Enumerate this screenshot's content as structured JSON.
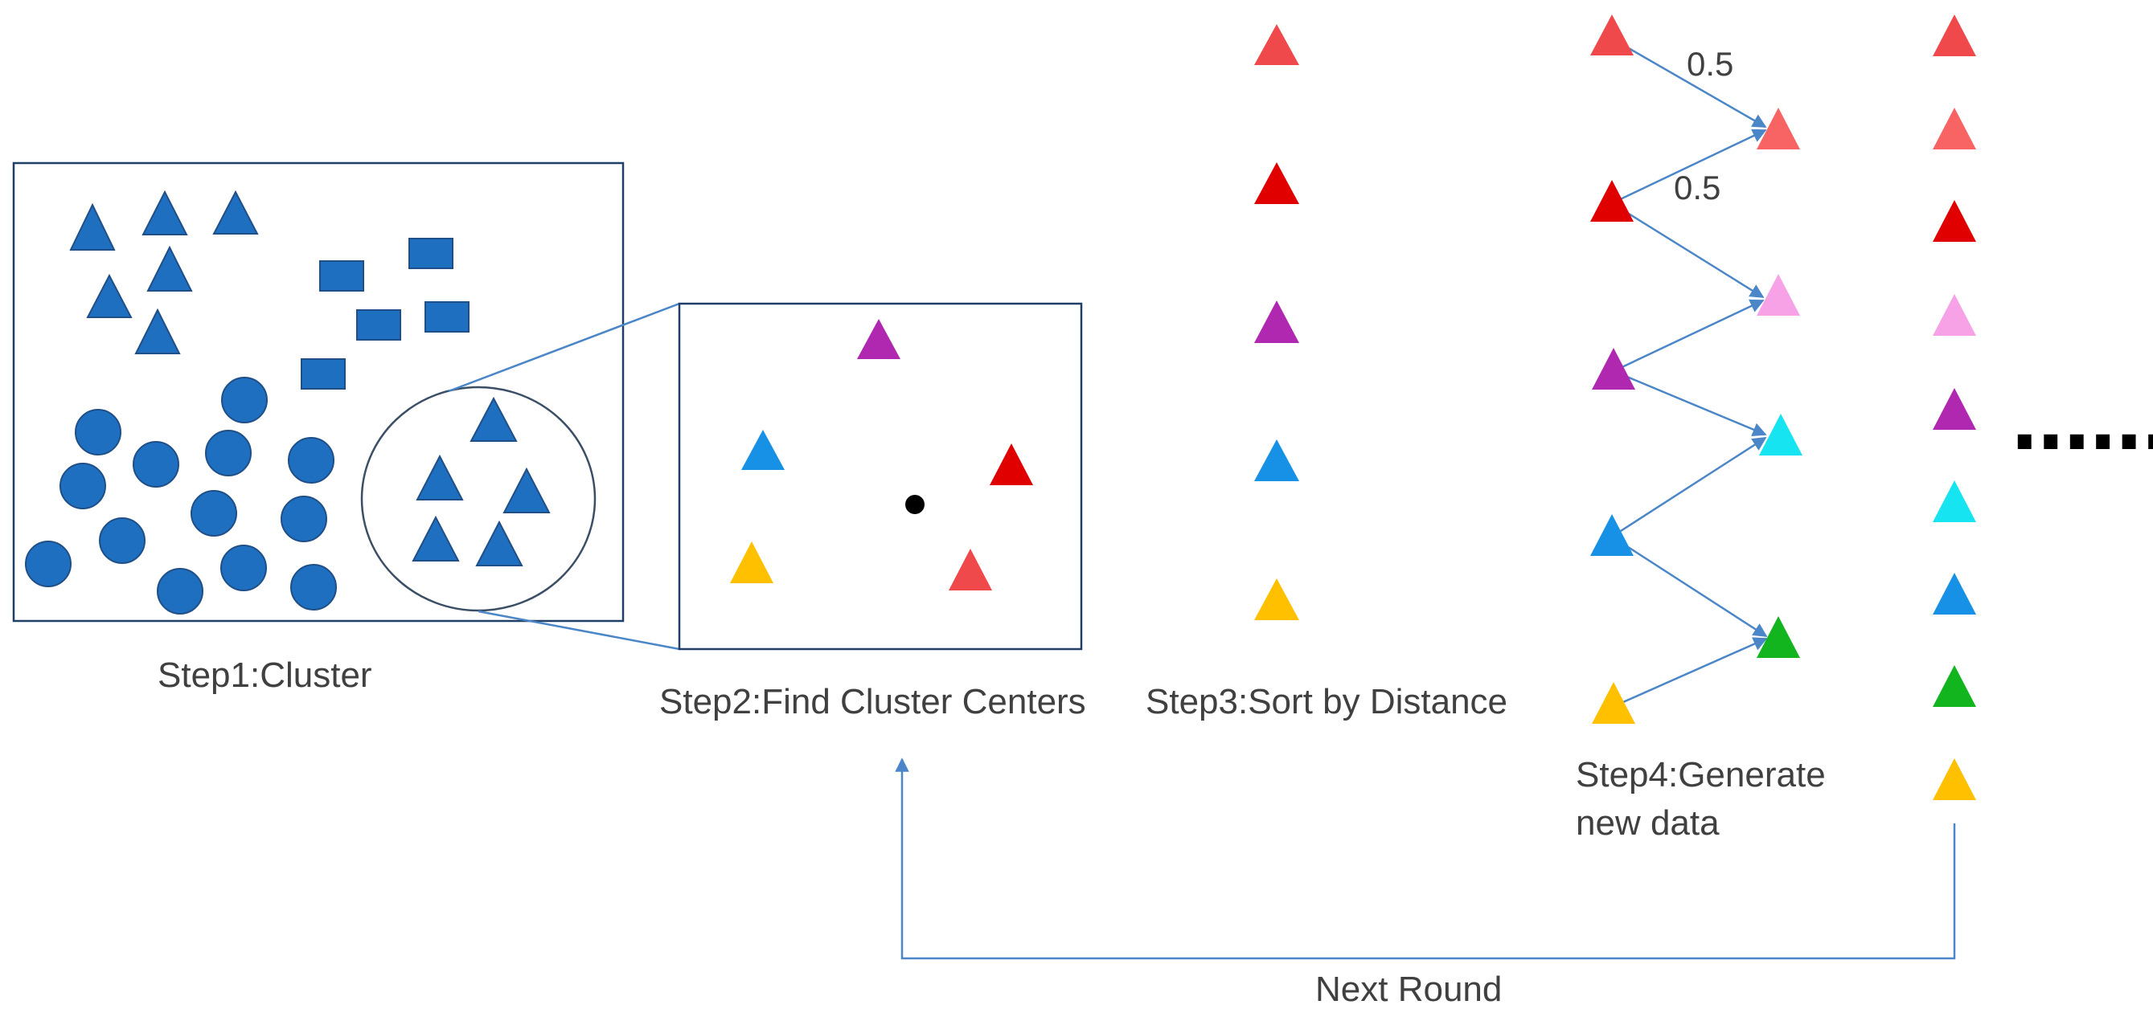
{
  "captions": {
    "step1": "Step1:Cluster",
    "step2": "Step2:Find Cluster Centers",
    "step3": "Step3:Sort by Distance",
    "step4_line1": "Step4:Generate",
    "step4_line2": "new data",
    "next_round": "Next Round"
  },
  "weights": {
    "top": "0.5",
    "second": "0.5"
  },
  "ellipsis": "......",
  "colors": {
    "cluster_blue": "#1f6fc0",
    "red": "#f0494c",
    "dark_red": "#e00000",
    "purple": "#b027b0",
    "light_blue": "#1791e6",
    "yellow": "#ffc000",
    "salmon": "#f86464",
    "pink": "#f7a2e6",
    "cyan": "#17e4f1",
    "green": "#12b51e",
    "connector": "#4a86c8",
    "center_dot": "#000000"
  }
}
